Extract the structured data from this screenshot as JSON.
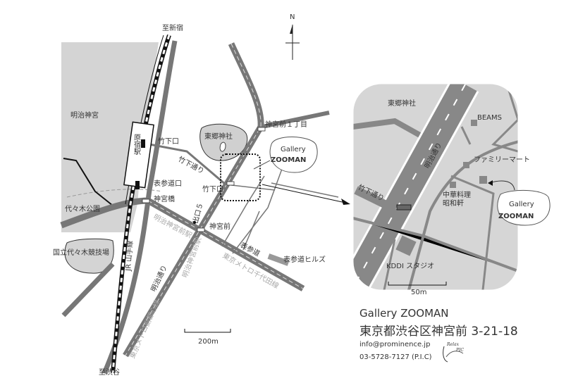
{
  "compass": {
    "north": "N"
  },
  "main_map": {
    "labels": {
      "to_shinjuku": "至新宿",
      "to_shibuya": "至渋谷",
      "meiji_jingu": "明治神宮",
      "harajuku_station": "原宿駅",
      "takeshita_exit": "竹下口",
      "omotesando_exit": "表参道口",
      "jingubashi": "神宮橋",
      "yoyogi_park": "代々木公園",
      "yoyogi_stadium": "国立代々木競技場",
      "jr_yamanote": "JR 山手線",
      "meiji_dori": "明治通り",
      "takeshita_dori": "竹下通り",
      "takeshita": "竹下口",
      "togo_shrine": "東郷神社",
      "jingumae_1": "神宮前１丁目",
      "jingumae": "神宮前",
      "exit5": "出口５",
      "meiji_jingumae_station_1": "明治神宮前駅",
      "meiji_jingumae_station_2": "明治神宮前駅",
      "omotesando": "表参道",
      "omotesando_hills": "表参道ヒルズ",
      "chiyoda_line": "東京メトロ千代田線",
      "fukutoshin_line": "東京メトロ副都心線"
    },
    "scale": "200m",
    "gallery_bubble": {
      "small": "Gallery",
      "big": "ZOOMAN"
    }
  },
  "inset_map": {
    "labels": {
      "togo_shrine": "東郷神社",
      "beams": "BEAMS",
      "meiji_dori": "明治通り",
      "family_mart": "ファミリーマート",
      "takeshita_dori": "竹下通り",
      "chuka_1": "中華料理",
      "chuka_2": "昭和軒",
      "kddi": "KDDI スタジオ"
    },
    "scale": "50m",
    "gallery_bubble": {
      "small": "Gallery",
      "big": "ZOOMAN"
    }
  },
  "info": {
    "name": "Gallery ZOOMAN",
    "address": "東京都渋谷区神宮前 3-21-18",
    "email": "info@prominence.jp",
    "phone": "03-5728-7127 (P.I.C)",
    "logo_text": "Relax PIC"
  }
}
